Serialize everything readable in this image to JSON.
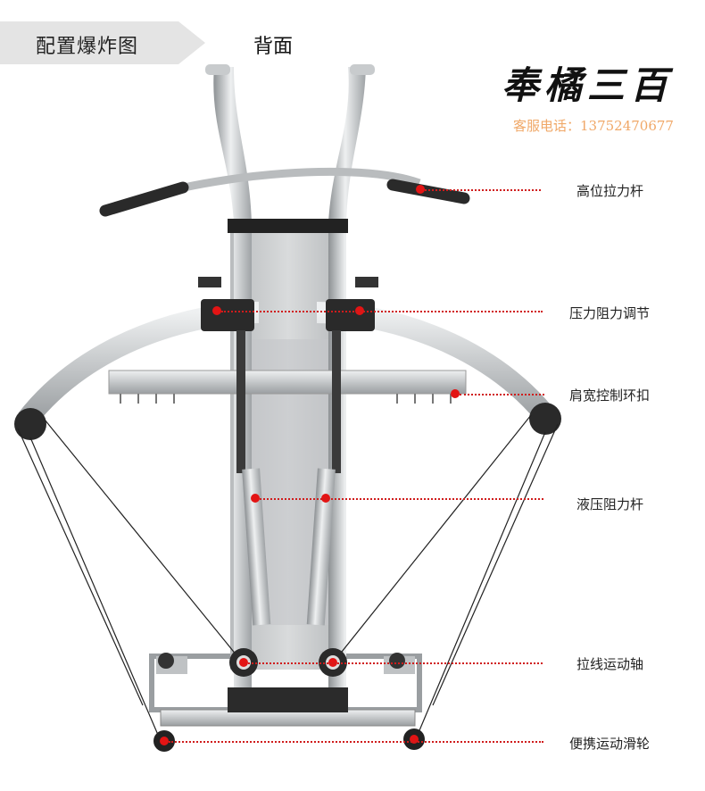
{
  "header": {
    "title": "配置爆炸图",
    "view": "背面"
  },
  "brand": {
    "name": "奉橘三百",
    "contact": "客服电话：13752470677"
  },
  "callouts": [
    {
      "key": "high_bar",
      "label": "高位拉力杆"
    },
    {
      "key": "pressure",
      "label": "压力阻力调节"
    },
    {
      "key": "shoulder",
      "label": "肩宽控制环扣"
    },
    {
      "key": "hydraulic",
      "label": "液压阻力杆"
    },
    {
      "key": "axle",
      "label": "拉线运动轴"
    },
    {
      "key": "wheel",
      "label": "便携运动滑轮"
    }
  ],
  "colors": {
    "accent": "#e31414",
    "banner": "#e6e6e6",
    "contact": "#f0a868"
  }
}
